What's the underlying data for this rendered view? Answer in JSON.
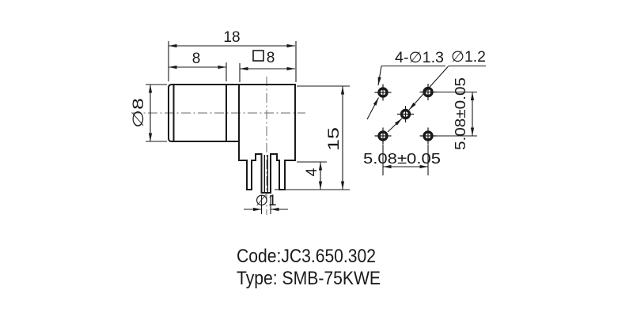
{
  "side_view": {
    "total_width": "18",
    "barrel_length": "8",
    "square_symbol": "□",
    "square_size": "8",
    "barrel_diameter": "∅8",
    "height": "15",
    "pin_length": "4",
    "pin_diameter": "∅1"
  },
  "footprint": {
    "corner_holes": "4-∅1.3",
    "center_hole": "∅1.2",
    "pitch_horizontal": "5.08±0.05",
    "pitch_vertical": "5.08±0.05"
  },
  "title_block": {
    "code": "Code:JC3.650.302",
    "type": "Type: SMB-75KWE"
  },
  "colors": {
    "line": "#1a1a1a",
    "centerline": "#6a6a6a",
    "background": "#ffffff"
  }
}
